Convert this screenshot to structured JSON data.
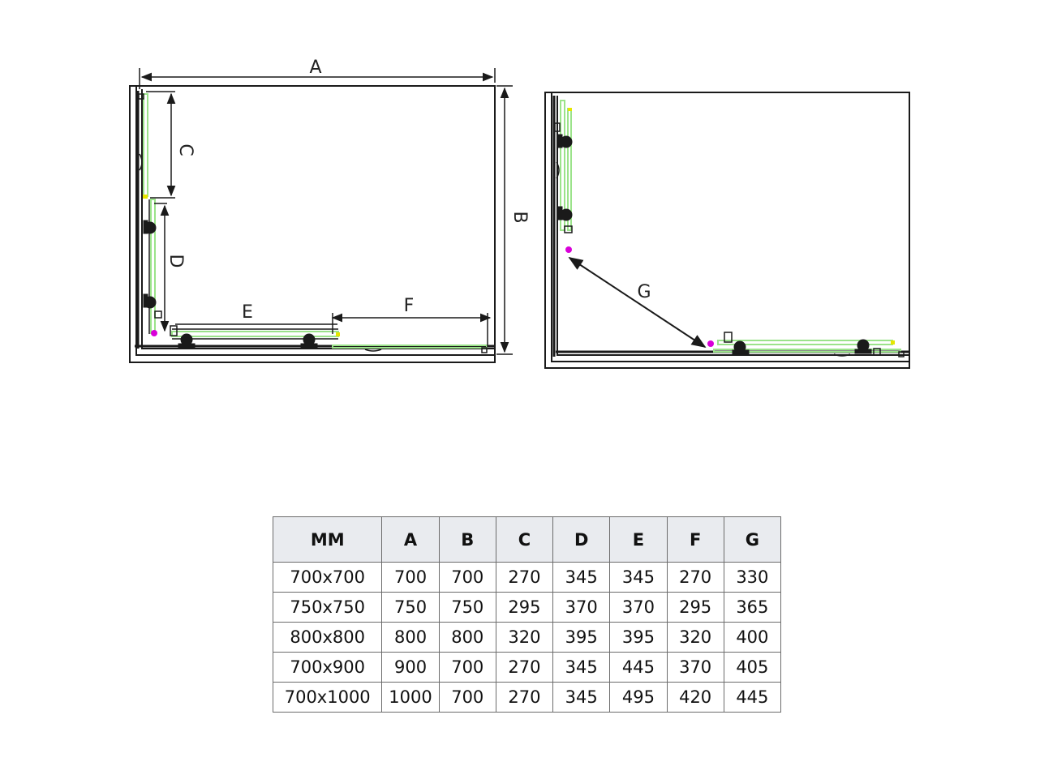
{
  "diagram": {
    "left": {
      "labels": {
        "a": "A",
        "b": "B",
        "c": "C",
        "d": "D",
        "e": "E",
        "f": "F"
      }
    },
    "right": {
      "labels": {
        "g": "G"
      }
    },
    "colors": {
      "outline": "#1a1a1a",
      "glass": "#9be38a",
      "accent_yellow": "#e6e600",
      "accent_magenta": "#d800d8"
    }
  },
  "table": {
    "headers": [
      "MM",
      "A",
      "B",
      "C",
      "D",
      "E",
      "F",
      "G"
    ],
    "rows": [
      [
        "700x700",
        "700",
        "700",
        "270",
        "345",
        "345",
        "270",
        "330"
      ],
      [
        "750x750",
        "750",
        "750",
        "295",
        "370",
        "370",
        "295",
        "365"
      ],
      [
        "800x800",
        "800",
        "800",
        "320",
        "395",
        "395",
        "320",
        "400"
      ],
      [
        "700x900",
        "900",
        "700",
        "270",
        "345",
        "445",
        "370",
        "405"
      ],
      [
        "700x1000",
        "1000",
        "700",
        "270",
        "345",
        "495",
        "420",
        "445"
      ]
    ]
  }
}
